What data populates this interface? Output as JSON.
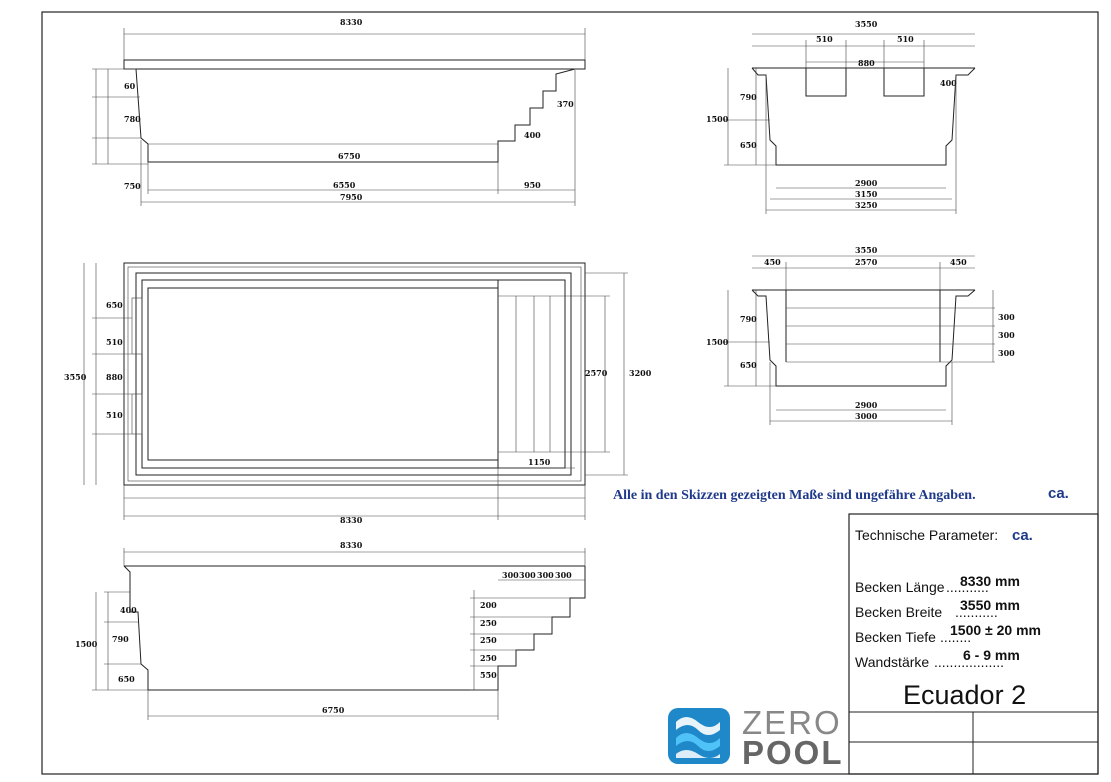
{
  "notice": "Alle in den Skizzen gezeigten Maße sind ungefähre Angaben.",
  "notice_ca": "ca.",
  "parameters": {
    "heading": "Technische Parameter:",
    "heading_ca": "ca.",
    "rows": [
      {
        "label": "Becken Länge",
        "value": "8330 mm"
      },
      {
        "label": "Becken Breite",
        "value": "3550 mm"
      },
      {
        "label": "Becken Tiefe",
        "value": "1500 ± 20 mm"
      },
      {
        "label": "Wandstärke",
        "value": "6 - 9 mm"
      }
    ],
    "model": "Ecuador 2"
  },
  "logo": {
    "line1": "ZERO",
    "line2": "POOL",
    "colors": {
      "blue": "#1e88c8",
      "cyan": "#4fc3f7",
      "grey": "#666666"
    }
  },
  "side_view": {
    "overall_length": "8330",
    "rim": "60",
    "upper_wall": "780",
    "lower_wall": "750",
    "floor": "6750",
    "step_rise": "370",
    "step_run": "400",
    "bottom_floor": "6550",
    "bottom_step": "950",
    "bottom_total": "7950"
  },
  "cross_section_1": {
    "width": "3550",
    "seat_left": "510",
    "seat_right": "510",
    "seat_gap": "880",
    "seat_depth": "400",
    "wall_upper": "790",
    "depth": "1500",
    "wall_lower": "650",
    "floor_inner": "2900",
    "floor_mid": "3150",
    "floor_outer": "3250"
  },
  "cross_section_2": {
    "width": "3550",
    "side_left": "450",
    "center": "2570",
    "side_right": "450",
    "wall_upper": "790",
    "depth": "1500",
    "wall_lower": "650",
    "step_1": "300",
    "step_2": "300",
    "step_3": "300",
    "floor_inner": "2900",
    "floor_outer": "3000"
  },
  "plan_view": {
    "width": "3550",
    "seg_1": "650",
    "seg_2": "510",
    "seg_3": "880",
    "seg_4": "510",
    "stair_width": "2570",
    "outer_width": "3200",
    "stair_length": "1150",
    "length": "8330"
  },
  "longitudinal_section": {
    "length": "8330",
    "step_runs": [
      "300",
      "300",
      "300",
      "300"
    ],
    "seat": "400",
    "depth": "1500",
    "wall_upper": "790",
    "wall_lower": "650",
    "step_rises": [
      "200",
      "250",
      "250",
      "250",
      "550"
    ],
    "floor": "6750"
  }
}
